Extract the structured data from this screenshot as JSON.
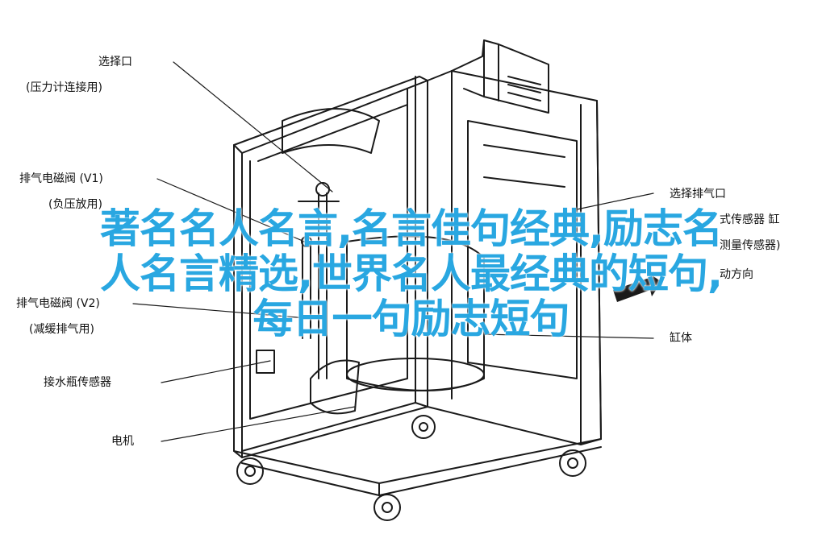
{
  "labels": {
    "select_port": "选择口",
    "select_port_note": "(压力计连接用)",
    "exhaust_valve_v1": "排气电磁阀 (V1)",
    "exhaust_valve_v1_note": "(负压放用)",
    "exhaust_valve_v2": "排气电磁阀 (V2)",
    "exhaust_valve_v2_note": "(减缓排气用)",
    "water_bottle_sensor": "接水瓶传感器",
    "motor": "电机",
    "select_exhaust_port": "选择排气口",
    "sensor_right_1": "式传感器 缸",
    "sensor_right_2": "测量传感器)",
    "direction_right": "动方向",
    "cylinder": "缸体"
  },
  "overlay": {
    "line1": "著名名人名言,名言佳句经典,励志名",
    "line2": "人名言精选,世界名人最经典的短句,",
    "line3": "每日一句励志短句"
  },
  "colors": {
    "overlay_text": "#29a7e1",
    "line_art": "#1a1a1a"
  }
}
